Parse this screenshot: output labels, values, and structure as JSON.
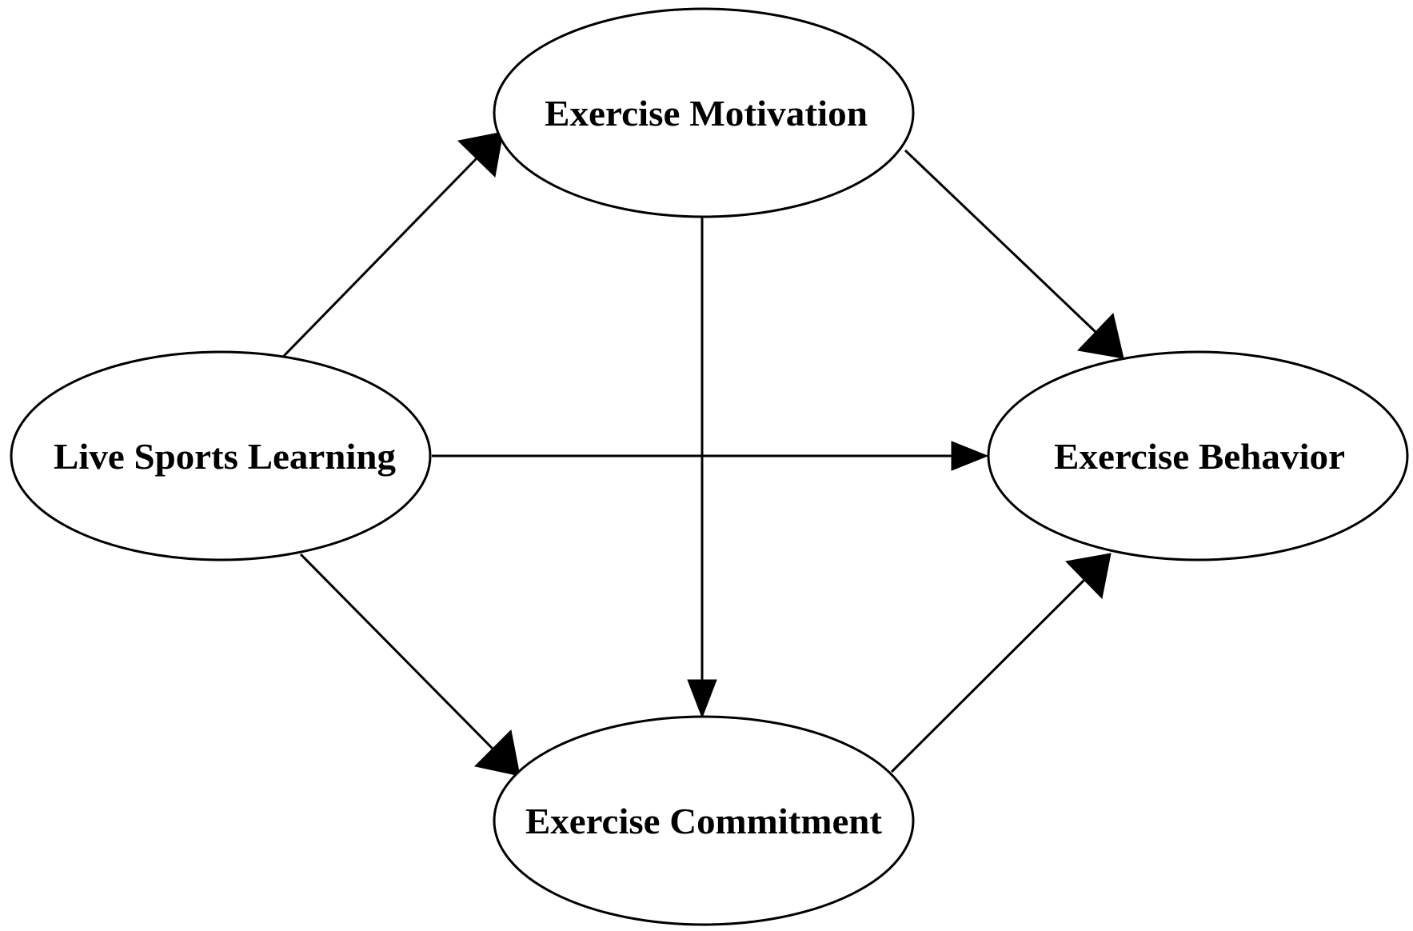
{
  "diagram": {
    "nodes": [
      {
        "id": "live-sports-learning",
        "label": "Live Sports Learning"
      },
      {
        "id": "exercise-motivation",
        "label": "Exercise Motivation"
      },
      {
        "id": "exercise-behavior",
        "label": "Exercise Behavior"
      },
      {
        "id": "exercise-commitment",
        "label": "Exercise Commitment"
      }
    ],
    "edges": [
      {
        "from": "live-sports-learning",
        "to": "exercise-motivation"
      },
      {
        "from": "live-sports-learning",
        "to": "exercise-behavior"
      },
      {
        "from": "live-sports-learning",
        "to": "exercise-commitment"
      },
      {
        "from": "exercise-motivation",
        "to": "exercise-behavior"
      },
      {
        "from": "exercise-motivation",
        "to": "exercise-commitment"
      },
      {
        "from": "exercise-commitment",
        "to": "exercise-behavior"
      }
    ],
    "colors": {
      "stroke": "#000000",
      "fill": "#ffffff",
      "text": "#000000"
    }
  }
}
